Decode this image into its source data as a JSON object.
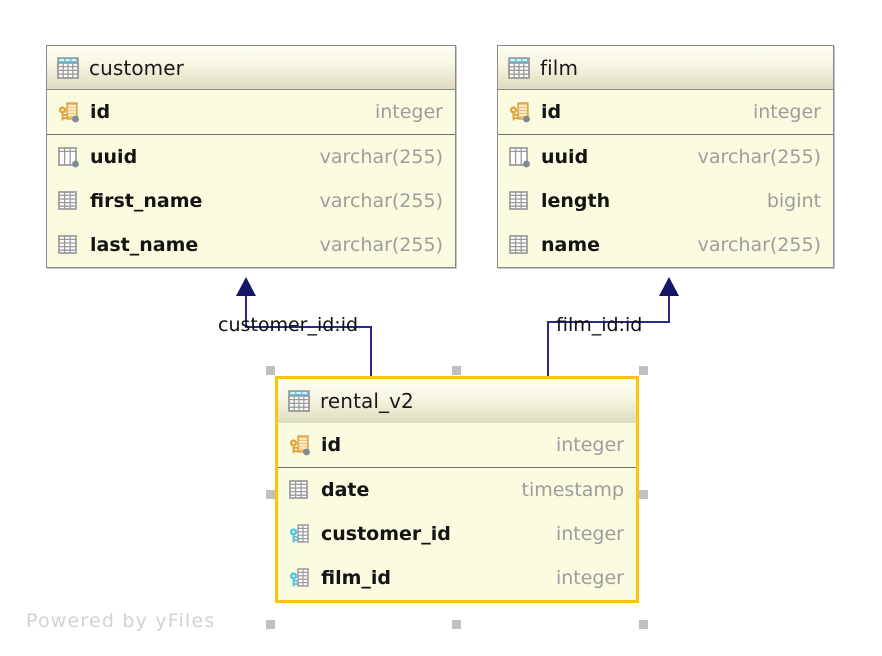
{
  "diagram": {
    "kind": "entity-relationship-diagram",
    "watermark": "Powered by yFiles",
    "background_color": "#ffffff",
    "selected_entity": "rental_v2",
    "colors": {
      "entity_fill": "#fbfbdf",
      "entity_border": "#8a8a8a",
      "selection_border": "#ffc20e",
      "selection_handle": "#c0c0c0",
      "edge_line": "#2a2a8c",
      "type_text": "#9d9d9d",
      "name_text": "#141414",
      "pk_icon": "#dfa53a",
      "fk_icon": "#4fc3e8",
      "header_icon_accent": "#55c8ee",
      "watermark_text": "#d2d2d2"
    }
  },
  "entities": [
    {
      "id": "customer",
      "name": "customer",
      "selected": false,
      "header_icon": "table-icon",
      "primary_key": {
        "name": "id",
        "type": "integer",
        "icon": "primary-key-icon"
      },
      "attributes": [
        {
          "name": "uuid",
          "type": "varchar(255)",
          "icon": "unique-column-icon"
        },
        {
          "name": "first_name",
          "type": "varchar(255)",
          "icon": "column-icon"
        },
        {
          "name": "last_name",
          "type": "varchar(255)",
          "icon": "column-icon"
        }
      ]
    },
    {
      "id": "film",
      "name": "film",
      "selected": false,
      "header_icon": "table-icon",
      "primary_key": {
        "name": "id",
        "type": "integer",
        "icon": "primary-key-icon"
      },
      "attributes": [
        {
          "name": "uuid",
          "type": "varchar(255)",
          "icon": "unique-column-icon"
        },
        {
          "name": "length",
          "type": "bigint",
          "icon": "column-icon"
        },
        {
          "name": "name",
          "type": "varchar(255)",
          "icon": "column-icon"
        }
      ]
    },
    {
      "id": "rental_v2",
      "name": "rental_v2",
      "selected": true,
      "header_icon": "table-icon",
      "primary_key": {
        "name": "id",
        "type": "integer",
        "icon": "primary-key-icon"
      },
      "attributes": [
        {
          "name": "date",
          "type": "timestamp",
          "icon": "column-icon"
        },
        {
          "name": "customer_id",
          "type": "integer",
          "icon": "foreign-key-icon"
        },
        {
          "name": "film_id",
          "type": "integer",
          "icon": "foreign-key-icon"
        }
      ]
    }
  ],
  "relationships": [
    {
      "id": "rental_customer",
      "label": "customer_id:id",
      "source": "rental_v2",
      "source_column": "customer_id",
      "target": "customer",
      "target_column": "id",
      "arrow": "triangle-up"
    },
    {
      "id": "rental_film",
      "label": "film_id:id",
      "source": "rental_v2",
      "source_column": "film_id",
      "target": "film",
      "target_column": "id",
      "arrow": "triangle-up"
    }
  ]
}
